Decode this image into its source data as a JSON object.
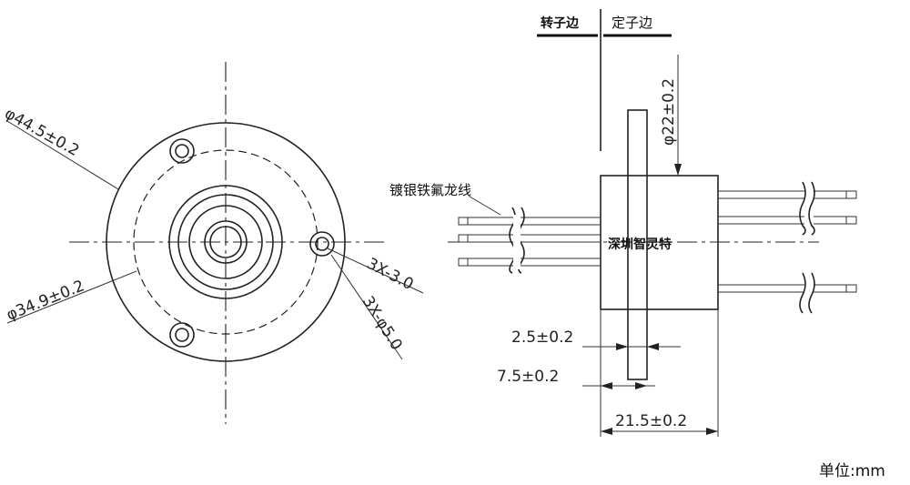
{
  "labels": {
    "rotor_side": "转子边",
    "stator_side": "定子边",
    "wire_type": "镀银铁氟龙线",
    "brand": "深圳智灵特",
    "unit": "单位:mm"
  },
  "dimensions": {
    "outer_diameter": "φ44.5±0.2",
    "bolt_circle": "φ34.9±0.2",
    "holes_small": "3X-3.0",
    "holes_large": "3X-φ5.0",
    "body_diameter": "φ22±0.2",
    "flange_thickness": "2.5±0.2",
    "flange_offset": "7.5±0.2",
    "total_length": "21.5±0.2"
  }
}
